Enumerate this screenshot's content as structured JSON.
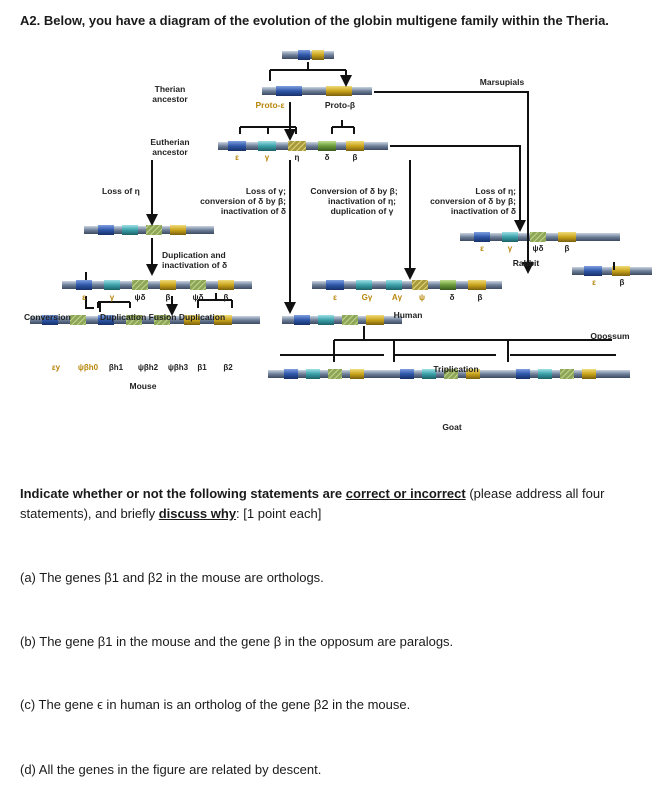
{
  "question": {
    "title": "A2. Below, you have a diagram of the evolution of the globin multigene family within the Theria.",
    "instruction_pre": "Indicate whether or not the following statements are ",
    "instruction_link1": "correct or incorrect",
    "instruction_mid": " (please address all four statements), and briefly ",
    "instruction_link2": "discuss why",
    "instruction_post": ": [1 point each]",
    "statements": [
      "(a) The genes β1 and β2 in the mouse are orthologs.",
      "(b) The gene β1 in the mouse and the gene β in the opposum are paralogs.",
      "(c) The gene ϵ in human is an ortholog of the gene β2 in the mouse.",
      "(d) All the genes in the figure are related by descent."
    ]
  },
  "diagram": {
    "therian_ancestor": [
      "Therian",
      "ancestor"
    ],
    "eutherian_ancestor": [
      "Eutherian",
      "ancestor"
    ],
    "proto_epsilon": "Proto-ε",
    "proto_beta": "Proto-β",
    "marsupials": "Marsupials",
    "eutherian_genes": [
      "ε",
      "γ",
      "η",
      "δ",
      "β"
    ],
    "loss_eta": "Loss of η",
    "human_lineage_events": [
      "Loss of γ;",
      "conversion of δ by β;",
      "inactivation of δ"
    ],
    "mid_lineage_events": [
      "Conversion of δ by β;",
      "inactivation of η;",
      "duplication of γ"
    ],
    "rabbit_lineage_events": [
      "Loss of η;",
      "conversion of δ by β;",
      "inactivation of δ"
    ],
    "dup_inactivation": [
      "Duplication and",
      "inactivation of δ"
    ],
    "rabbit_genes": [
      "ε",
      "γ",
      "ψδ",
      "β"
    ],
    "rabbit": "Rabbit",
    "rodent_genes": [
      "ε",
      "γ",
      "ψδ",
      "β",
      "ψδ",
      "β"
    ],
    "conversion": "Conversion",
    "dup_fusion_dup": "Duplication Fusion Duplication",
    "human_genes": [
      "ε",
      "Gγ",
      "Aγ",
      "ψ",
      "δ",
      "β"
    ],
    "human": "Human",
    "opossum_genes": [
      "ε",
      "β"
    ],
    "opossum": "Opossum",
    "mouse_genes": [
      "εy",
      "ψβh0",
      "βh1",
      "ψβh2",
      "ψβh3",
      "β1",
      "β2"
    ],
    "mouse": "Mouse",
    "triplication": "Triplication",
    "goat": "Goat"
  },
  "colors": {
    "epsilon_blue": "#2e56a8",
    "gamma_teal": "#3aa0a8",
    "eta_olive": "#9a9a3a",
    "delta_green": "#6a9a3a",
    "beta_yellow": "#c9a41c",
    "chromosome": "#7d8fa8",
    "label_orange": "#b8860b"
  }
}
